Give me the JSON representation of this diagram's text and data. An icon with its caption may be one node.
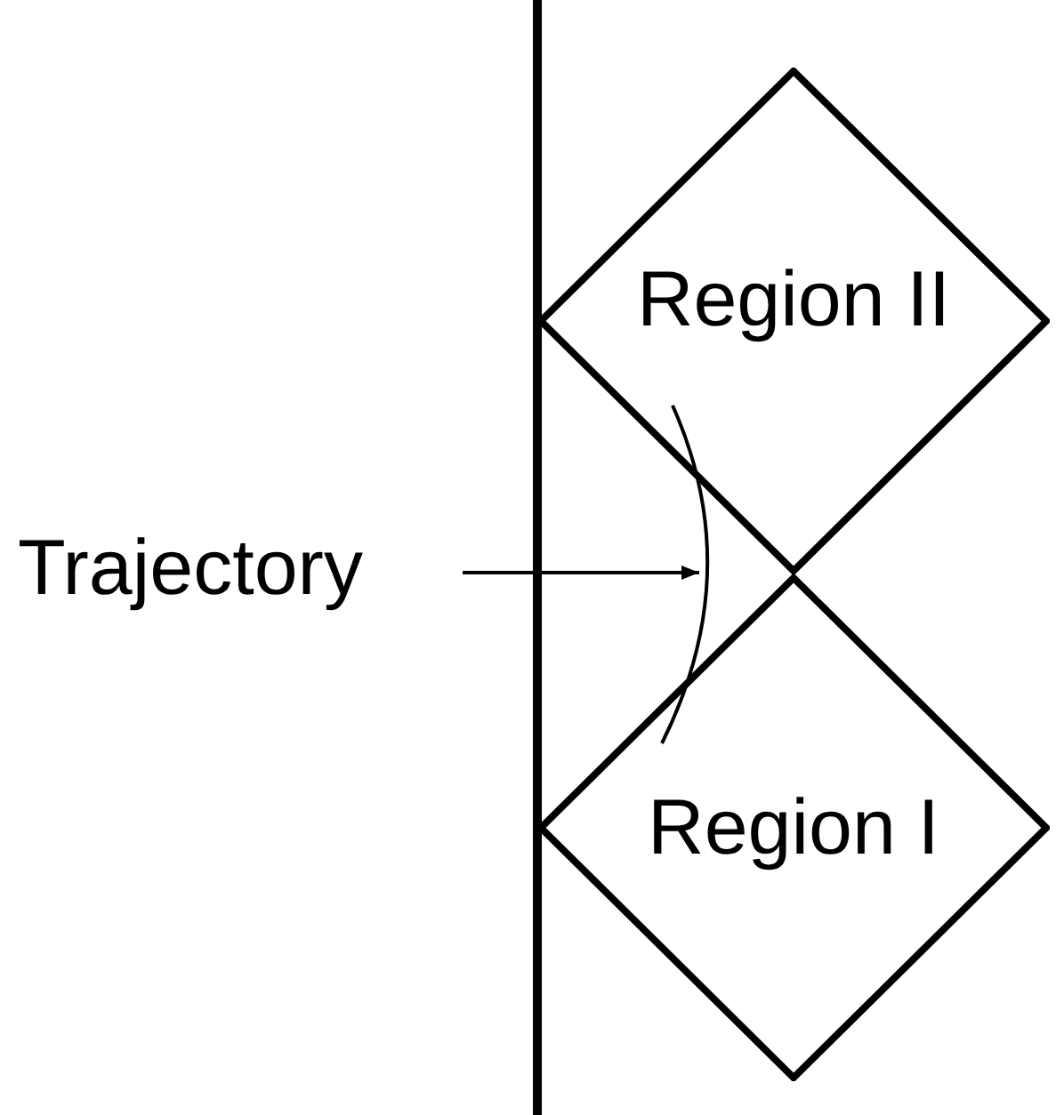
{
  "diagram": {
    "nodes": [
      {
        "text": [
          "Region II"
        ]
      },
      {
        "text": [
          "Region I"
        ]
      },
      {
        "text": [
          "Trajectory"
        ]
      },
      {
        "text": [],
        "shape": "curve"
      }
    ],
    "edges": [
      {
        "from": 2,
        "to": 3,
        "arrow": "to"
      }
    ]
  }
}
